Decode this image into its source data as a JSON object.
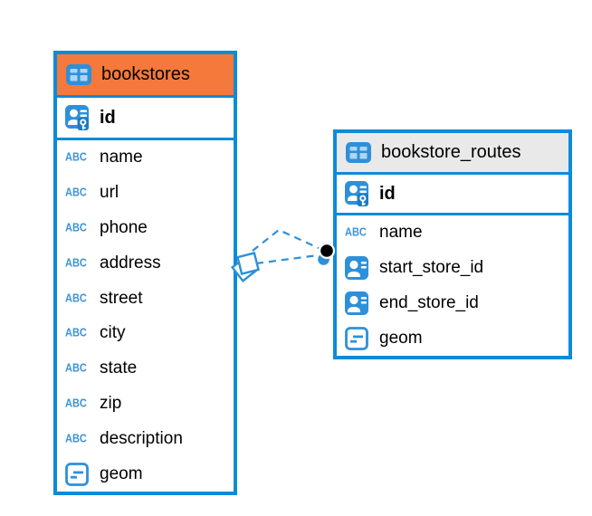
{
  "diagram": {
    "tables": [
      {
        "name": "bookstores",
        "header_bg": "#F5793B",
        "columns": [
          {
            "name": "id",
            "icon": "primary-key",
            "bold": true
          },
          {
            "name": "name",
            "icon": "text"
          },
          {
            "name": "url",
            "icon": "text"
          },
          {
            "name": "phone",
            "icon": "text"
          },
          {
            "name": "address",
            "icon": "text"
          },
          {
            "name": "street",
            "icon": "text"
          },
          {
            "name": "city",
            "icon": "text"
          },
          {
            "name": "state",
            "icon": "text"
          },
          {
            "name": "zip",
            "icon": "text"
          },
          {
            "name": "description",
            "icon": "text"
          },
          {
            "name": "geom",
            "icon": "geometry"
          }
        ]
      },
      {
        "name": "bookstore_routes",
        "header_bg": "#E9E9E9",
        "columns": [
          {
            "name": "id",
            "icon": "primary-key",
            "bold": true
          },
          {
            "name": "name",
            "icon": "text"
          },
          {
            "name": "start_store_id",
            "icon": "reference"
          },
          {
            "name": "end_store_id",
            "icon": "reference"
          },
          {
            "name": "geom",
            "icon": "geometry"
          }
        ]
      }
    ],
    "connector": {
      "line_style": "dashed",
      "line_count": 2,
      "left_endpoint": "stacked-squares-icon",
      "right_endpoint": "filled-dot-icon"
    },
    "colors": {
      "table_border_blue": "#0C8BD8",
      "icon_blue": "#2E90D9",
      "bookstores_header_orange": "#F5793B",
      "routes_header_gray": "#E9E9E9",
      "dot_black": "#000000"
    }
  }
}
